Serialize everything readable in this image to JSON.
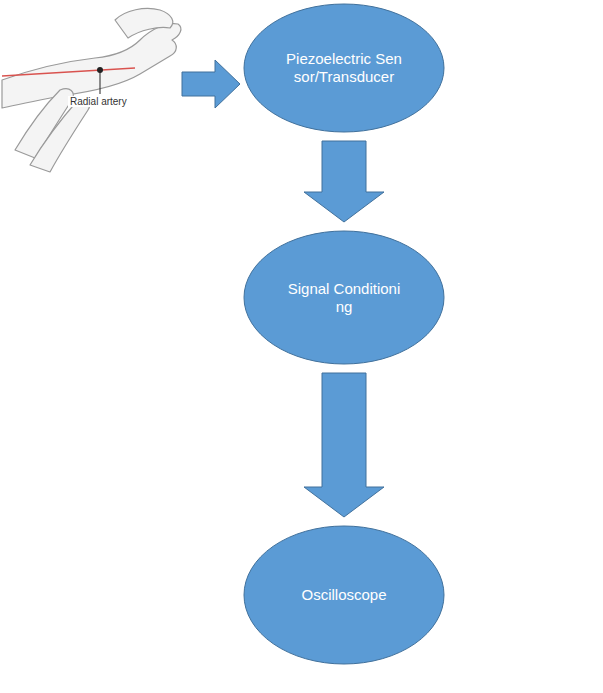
{
  "diagram": {
    "nodes": [
      {
        "text": [
          "Piezoelectric Sensor/Transducer"
        ]
      },
      {
        "text": [
          "Signal Conditioning"
        ]
      },
      {
        "text": [
          "Oscilloscope"
        ]
      }
    ],
    "edges": [
      {
        "from": 0,
        "to": 1,
        "arrow": "to"
      },
      {
        "from": 1,
        "to": 2,
        "arrow": "to"
      }
    ],
    "labels": [
      "Radial artery"
    ]
  }
}
